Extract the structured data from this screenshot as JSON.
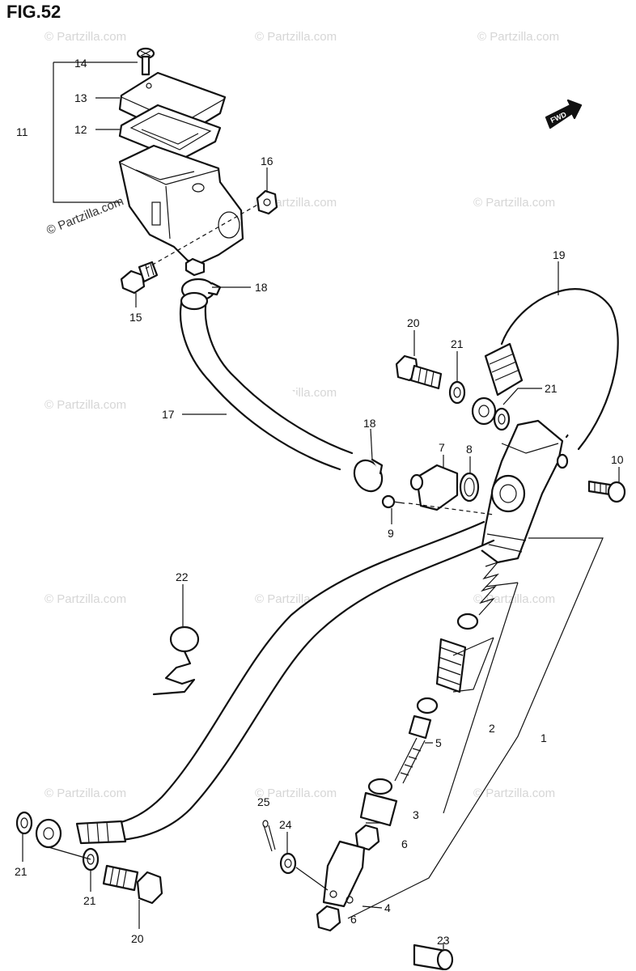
{
  "figure": {
    "title": "FIG.52"
  },
  "watermark": {
    "text": "© Partzilla.com"
  },
  "direction_badge": {
    "text": "FWD"
  },
  "callouts": {
    "p1": "1",
    "p2": "2",
    "p3": "3",
    "p4": "4",
    "p5": "5",
    "p6a": "6",
    "p6b": "6",
    "p7": "7",
    "p8": "8",
    "p9": "9",
    "p10": "10",
    "p11": "11",
    "p12": "12",
    "p13": "13",
    "p14": "14",
    "p15": "15",
    "p16": "16",
    "p17": "17",
    "p18a": "18",
    "p18b": "18",
    "p19": "19",
    "p20a": "20",
    "p20b": "20",
    "p21a": "21",
    "p21b": "21",
    "p21c": "21",
    "p21d": "21",
    "p22": "22",
    "p23": "23",
    "p24": "24",
    "p25": "25"
  }
}
